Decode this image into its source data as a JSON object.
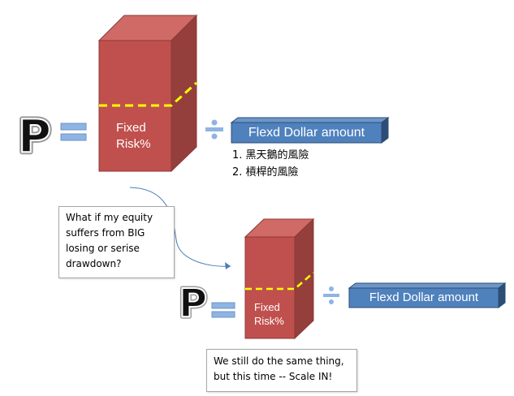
{
  "top": {
    "symbol": "P",
    "box_label_line1": "Fixed",
    "box_label_line2": "Risk%",
    "bar_label": "Flexd Dollar amount",
    "risks": [
      "1. 黑天鵝的風險",
      "2. 槓桿的風險"
    ]
  },
  "bottom": {
    "symbol": "P",
    "box_label_line1": "Fixed",
    "box_label_line2": "Risk%",
    "bar_label": "Flexd Dollar amount"
  },
  "question_callout": "What if my equity suffers from BIG losing or serise drawdown?",
  "answer_callout_line1": "We still do the same thing,",
  "answer_callout_line2": "but this time -- Scale IN!",
  "colors": {
    "box_front": "#c0504d",
    "box_top": "#d06a67",
    "box_side": "#943f3c",
    "dash": "#ffff00",
    "bar_fill": "#4f81bd",
    "bar_side": "#2c4d75",
    "equals": "#8eb4e3",
    "arrow": "#4a7ebb"
  },
  "icons": [
    "divide-icon",
    "equals-icon",
    "curved-arrow-icon"
  ]
}
